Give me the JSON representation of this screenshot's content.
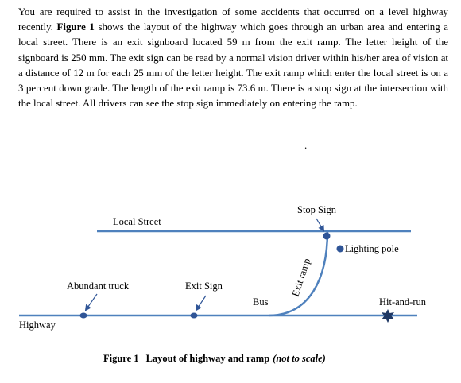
{
  "problem": {
    "sentences": [
      "You are required to assist in the investigation of some accidents that occurred on a level highway recently. ",
      "Figure 1",
      " shows the layout of the highway which goes through an urban area and entering a local street.  There is an exit signboard located 59 m from the exit ramp. The letter height of the signboard is 250 mm. The exit sign can be read by a normal vision driver within his/her area of vision at a distance of 12 m for each 25 mm of the letter height. The exit ramp which enter the local street is on a 3 percent down grade. The length of the exit ramp is 73.6 m. There is a stop sign at the intersection with the local street. All drivers can see the stop sign immediately on entering the ramp."
    ],
    "stray_mark": "."
  },
  "diagram": {
    "labels": {
      "local_street": "Local Street",
      "stop_sign": "Stop Sign",
      "lighting_pole": "Lighting pole",
      "abundant_truck": "Abundant truck",
      "exit_sign": "Exit Sign",
      "bus": "Bus",
      "exit_ramp": "Exit ramp",
      "hit_and_run": "Hit-and-run",
      "highway": "Highway"
    },
    "caption": {
      "label": "Figure 1",
      "title": "Layout of highway and ramp",
      "note": "(not to scale)"
    },
    "colors": {
      "road": "#4f81bd",
      "arrow": "#2f5597",
      "marker": "#2f5597",
      "hit_and_run_marker": "#1f3864"
    }
  }
}
